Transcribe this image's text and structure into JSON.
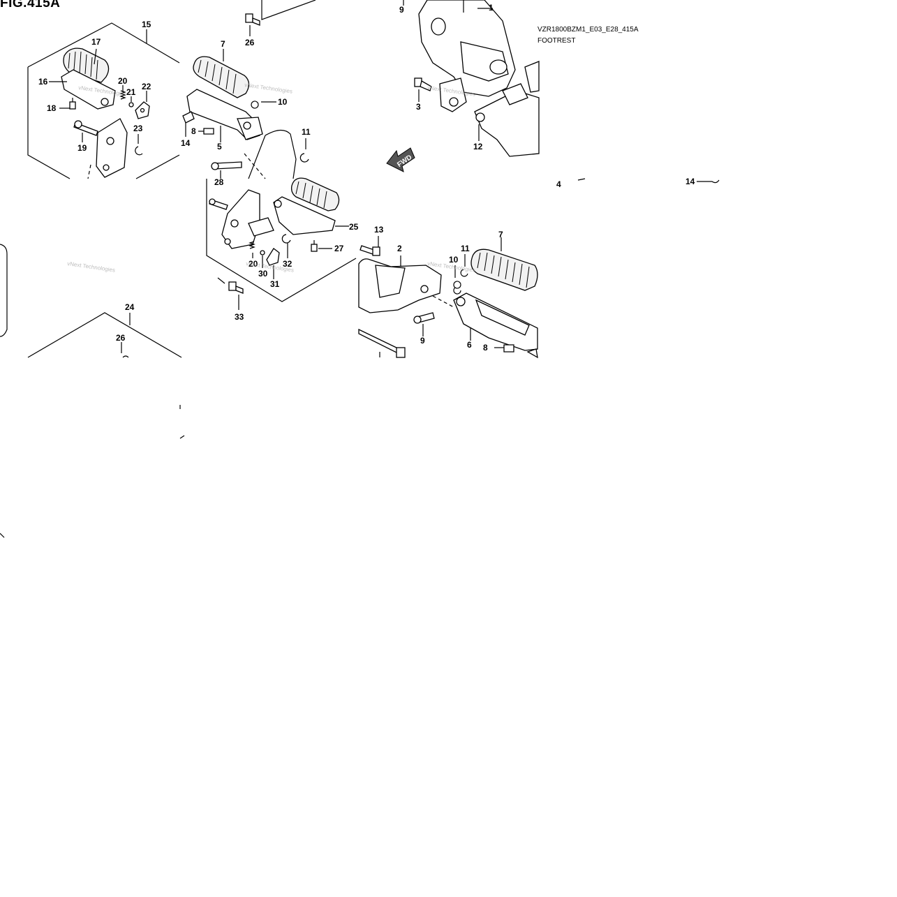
{
  "header": {
    "fig_title": "FIG.415A",
    "model_code": "VZR1800BZM1_E03_E28_415A",
    "section_name": "FOOTREST"
  },
  "fwd_label": "FWD",
  "watermark": "vNext Technologies",
  "part_labels": [
    {
      "id": "l1",
      "text": "1"
    },
    {
      "id": "l2",
      "text": "2"
    },
    {
      "id": "l3",
      "text": "3"
    },
    {
      "id": "l4",
      "text": "4"
    },
    {
      "id": "l5",
      "text": "5"
    },
    {
      "id": "l6",
      "text": "6"
    },
    {
      "id": "l7a",
      "text": "7"
    },
    {
      "id": "l7b",
      "text": "7"
    },
    {
      "id": "l8a",
      "text": "8"
    },
    {
      "id": "l8b",
      "text": "8"
    },
    {
      "id": "l9a",
      "text": "9"
    },
    {
      "id": "l9b",
      "text": "9"
    },
    {
      "id": "l10a",
      "text": "10"
    },
    {
      "id": "l10b",
      "text": "10"
    },
    {
      "id": "l11a",
      "text": "11"
    },
    {
      "id": "l11b",
      "text": "11"
    },
    {
      "id": "l12",
      "text": "12"
    },
    {
      "id": "l13",
      "text": "13"
    },
    {
      "id": "l14a",
      "text": "14"
    },
    {
      "id": "l14b",
      "text": "14"
    },
    {
      "id": "l15",
      "text": "15"
    },
    {
      "id": "l16",
      "text": "16"
    },
    {
      "id": "l17",
      "text": "17"
    },
    {
      "id": "l18",
      "text": "18"
    },
    {
      "id": "l19",
      "text": "19"
    },
    {
      "id": "l20a",
      "text": "20"
    },
    {
      "id": "l20b",
      "text": "20"
    },
    {
      "id": "l21",
      "text": "21"
    },
    {
      "id": "l22",
      "text": "22"
    },
    {
      "id": "l23",
      "text": "23"
    },
    {
      "id": "l24",
      "text": "24"
    },
    {
      "id": "l25",
      "text": "25"
    },
    {
      "id": "l26a",
      "text": "26"
    },
    {
      "id": "l26b",
      "text": "26"
    },
    {
      "id": "l27",
      "text": "27"
    },
    {
      "id": "l28",
      "text": "28"
    },
    {
      "id": "l30",
      "text": "30"
    },
    {
      "id": "l31",
      "text": "31"
    },
    {
      "id": "l32",
      "text": "32"
    },
    {
      "id": "l33",
      "text": "33"
    }
  ]
}
